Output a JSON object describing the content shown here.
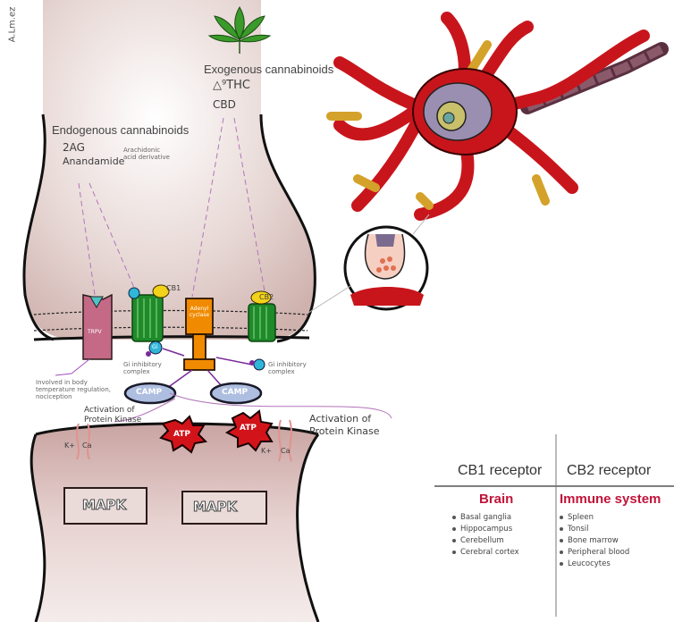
{
  "signature": "A.Lm.ez",
  "exogenous": {
    "title": "Exogenous cannabinoids",
    "items": [
      "△⁹THC",
      "CBD"
    ]
  },
  "endogenous": {
    "title": "Endogenous cannabinoids",
    "items": [
      "2AG",
      "Anandamide"
    ],
    "note": "Arachidonic acid derivative"
  },
  "membrane_labels": {
    "trpv": "TRPV",
    "adenylyl": "Adenyl cyclase",
    "cb1": "CB1",
    "cb2": "CB2",
    "gi": "Gi",
    "gi_complex_left": "Gi inhibitory complex",
    "gi_complex_right": "Gi inhibitory complex",
    "trpv_note": "Involved in body temperature regulation, nociception"
  },
  "signals": {
    "camp_left": "CAMP",
    "camp_right": "CAMP",
    "atp_left": "ATP",
    "atp_right": "ATP",
    "pka_left": "Activation of Protein Kinase",
    "pka_right": "Activation of Protein Kinase",
    "mapk_left": "MAPK",
    "mapk_right": "MAPK",
    "ion_k_left": "K+",
    "ion_ca_left": "Ca",
    "ion_k_right": "K+",
    "ion_ca_right": "Ca"
  },
  "table": {
    "cb1": {
      "header": "CB1 receptor",
      "region": "Brain",
      "items": [
        "Basal ganglia",
        "Hippocampus",
        "Cerebellum",
        "Cerebral cortex"
      ]
    },
    "cb2": {
      "header": "CB2 receptor",
      "region": "Immune system",
      "items": [
        "Spleen",
        "Tonsil",
        "Bone marrow",
        "Peripheral blood",
        "Leucocytes"
      ]
    }
  },
  "colors": {
    "presynaptic": "#d9c3c0",
    "postsynaptic": "#d6b4b2",
    "neuron_red": "#c8151c",
    "dendrite_gold": "#d4a22a",
    "accent_red": "#c2143a",
    "cb1_green": "#1f8a2a",
    "adenylyl_orange": "#f08a00",
    "cb_label_yellow": "#f3d21a",
    "atp_red": "#d2141a",
    "camp_blue": "#aebee0"
  }
}
